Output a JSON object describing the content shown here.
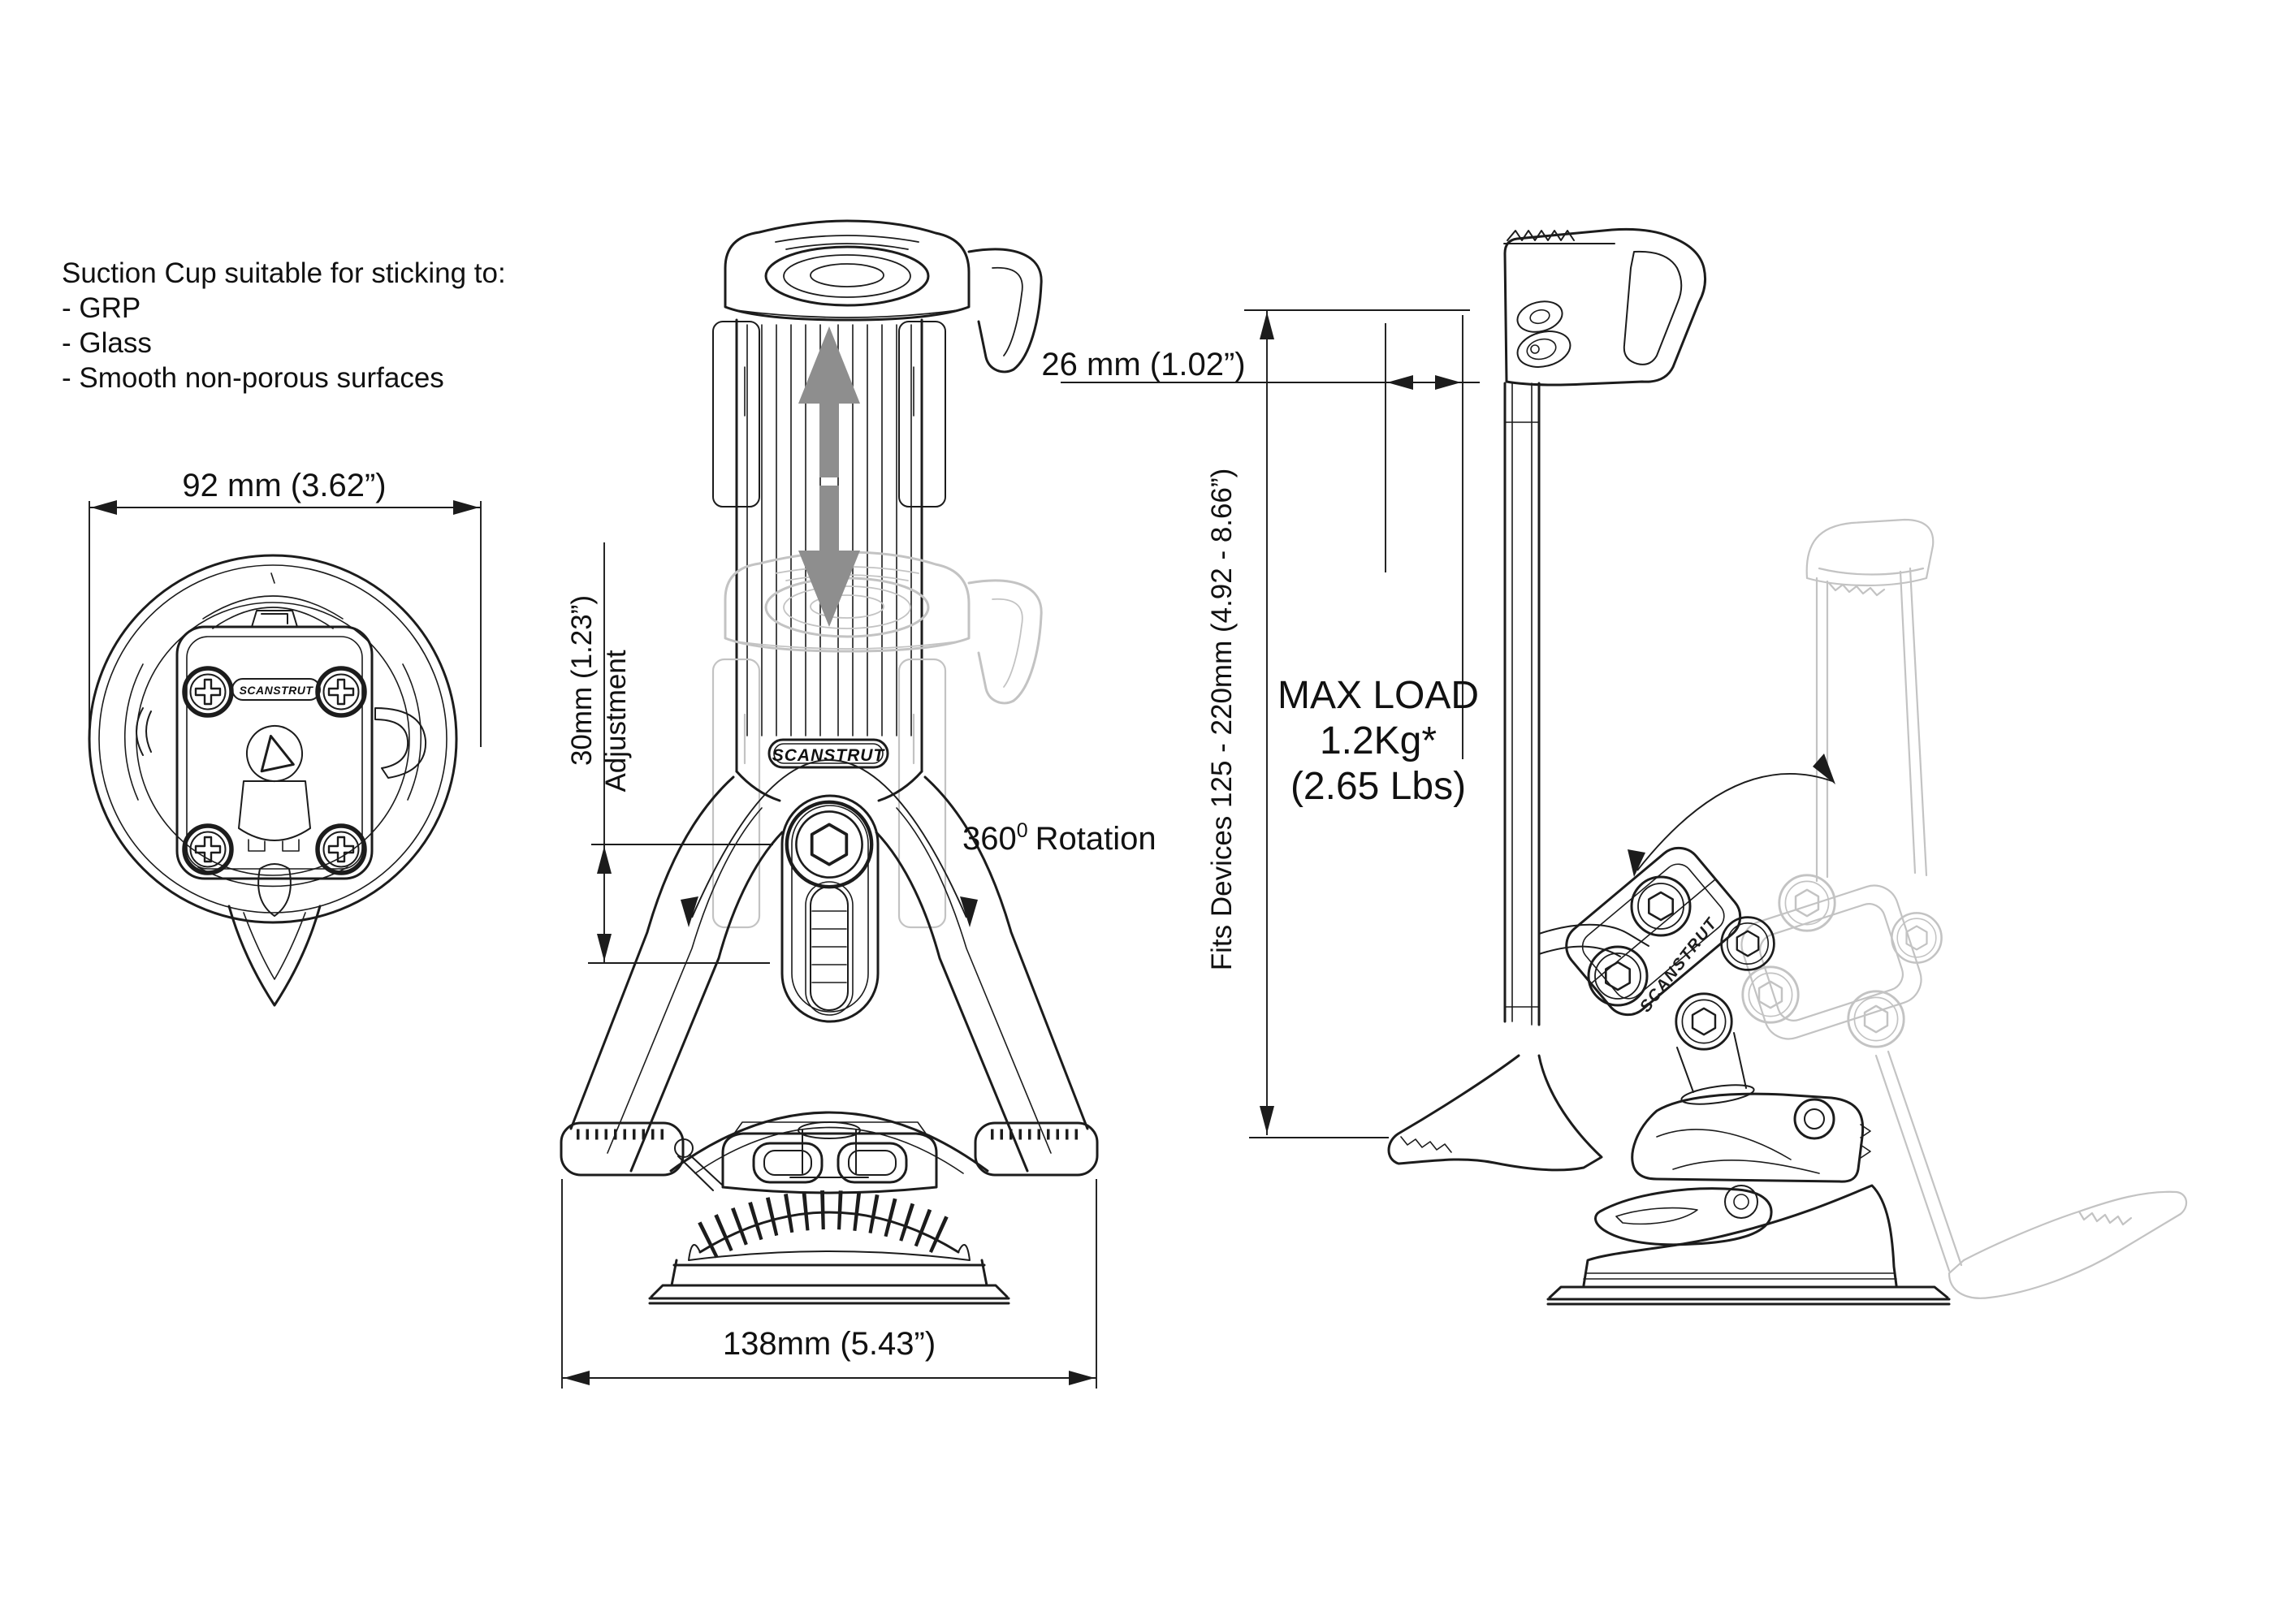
{
  "notes": {
    "title": "Suction Cup suitable for sticking to:",
    "items": [
      "- GRP",
      "- Glass",
      "- Smooth non-porous surfaces"
    ]
  },
  "dims": {
    "cup_width": "92 mm (3.62”)",
    "offset": "26 mm (1.02”)",
    "adjust_value": "30mm (1.23”)",
    "adjust_label": "Adjustment",
    "rotation_value": "360",
    "rotation_sup": "0",
    "rotation_label": "Rotation",
    "base_width": "138mm (5.43”)",
    "device_range": "Fits Devices 125 - 220mm (4.92 - 8.66”)"
  },
  "max_load": {
    "l1": "MAX LOAD",
    "l2": "1.2Kg*",
    "l3": "(2.65 Lbs)"
  },
  "brand": "SCANSTRUT",
  "colors": {
    "line": "#1c1c1c",
    "ghost": "#c3c3c3",
    "gray_arrow": "#8e8e8e",
    "text": "#111111",
    "background": "#ffffff"
  }
}
